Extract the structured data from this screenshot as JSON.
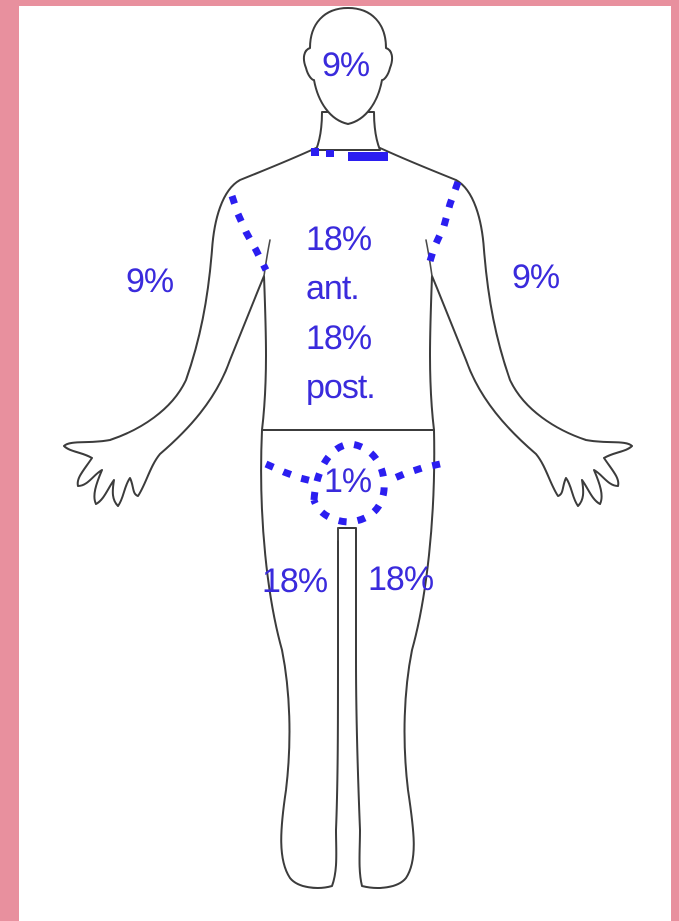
{
  "diagram": {
    "accent_color": "#3a2bdc",
    "frame_color": "#e8909e",
    "labels": {
      "head": "9%",
      "trunk_line1": "18%",
      "trunk_line2": "ant.",
      "trunk_line3": "18%",
      "trunk_line4": "post.",
      "left_arm": "9%",
      "right_arm": "9%",
      "genitals": "1%",
      "left_leg": "18%",
      "right_leg": "18%"
    }
  }
}
